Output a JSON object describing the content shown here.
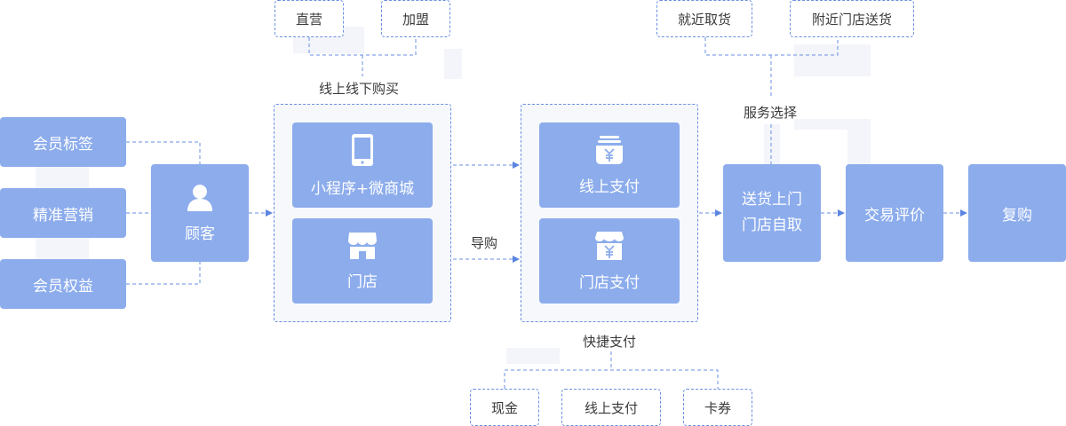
{
  "colors": {
    "box_fill": "#8cacec",
    "connector": "#6a8fe0",
    "frame_fill": "#f6f8fc",
    "text_dark": "#3a3a3a"
  },
  "left_tags": {
    "member_tags": "会员标签",
    "precision_marketing": "精准营销",
    "member_rights": "会员权益"
  },
  "customer": {
    "label": "顾客",
    "icon": "user-icon"
  },
  "purchase": {
    "caption": "线上线下购买",
    "options": {
      "direct": "直营",
      "franchise": "加盟"
    },
    "mini_program": {
      "label": "小程序+微商城",
      "icon": "phone-icon"
    },
    "store": {
      "label": "门店",
      "icon": "store-icon"
    }
  },
  "guide_label": "导购",
  "payment": {
    "online": {
      "label": "线上支付",
      "icon": "coin-stack-icon"
    },
    "store": {
      "label": "门店支付",
      "icon": "store-yen-icon"
    },
    "caption": "快捷支付",
    "methods": {
      "cash": "现金",
      "online": "线上支付",
      "card": "卡券"
    }
  },
  "service": {
    "caption": "服务选择",
    "options": {
      "pickup": "就近取货",
      "delivery": "附近门店送货"
    },
    "box_line1": "送货上门",
    "box_line2": "门店自取"
  },
  "evaluate": "交易评价",
  "repurchase": "复购"
}
